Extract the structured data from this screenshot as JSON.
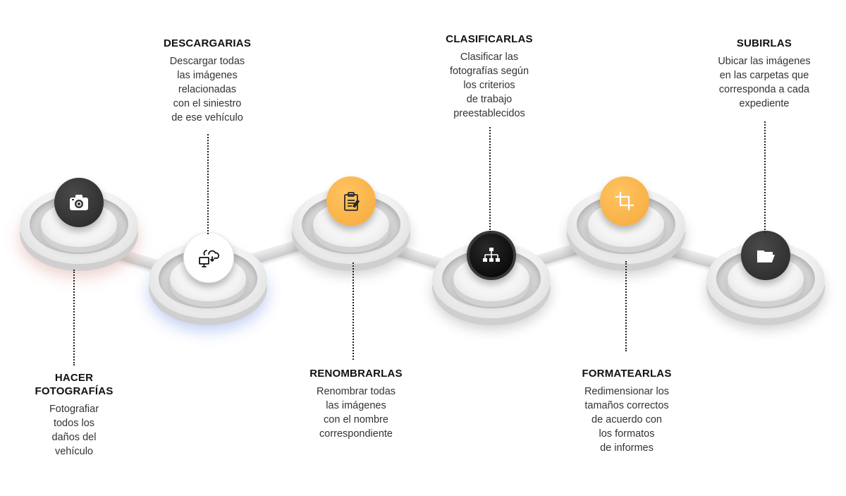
{
  "steps": [
    {
      "title": "HACER\nFOTOGRAFÍAS",
      "description": "Fotografiar\ntodos los\ndaños del\nvehículo",
      "icon": "camera-icon",
      "bubble_color": "#333333"
    },
    {
      "title": "DESCARGARIAS",
      "description": "Descargar todas\nlas imágenes\nrelacionadas\ncon el siniestro\nde ese vehículo",
      "icon": "cloud-sync-computer-icon",
      "bubble_color": "#ffffff"
    },
    {
      "title": "RENOMBRARLAS",
      "description": "Renombrar todas\nlas imágenes\ncon el nombre\ncorrespondiente",
      "icon": "clipboard-edit-icon",
      "bubble_color": "#f7ad3f"
    },
    {
      "title": "CLASIFICARLAS",
      "description": "Clasificar las\nfotografías según\nlos criterios\nde trabajo\npreestablecidos",
      "icon": "hierarchy-icon",
      "bubble_color": "#000000"
    },
    {
      "title": "FORMATEARLAS",
      "description": "Redimensionar los\ntamaños correctos\nde acuerdo con\nlos formatos\nde informes",
      "icon": "crop-icon",
      "bubble_color": "#f7ad3f"
    },
    {
      "title": "SUBIRLAS",
      "description": "Ubicar las imágenes\nen las carpetas que\ncorresponda a cada\nexpediente",
      "icon": "folder-open-icon",
      "bubble_color": "#333333"
    }
  ]
}
